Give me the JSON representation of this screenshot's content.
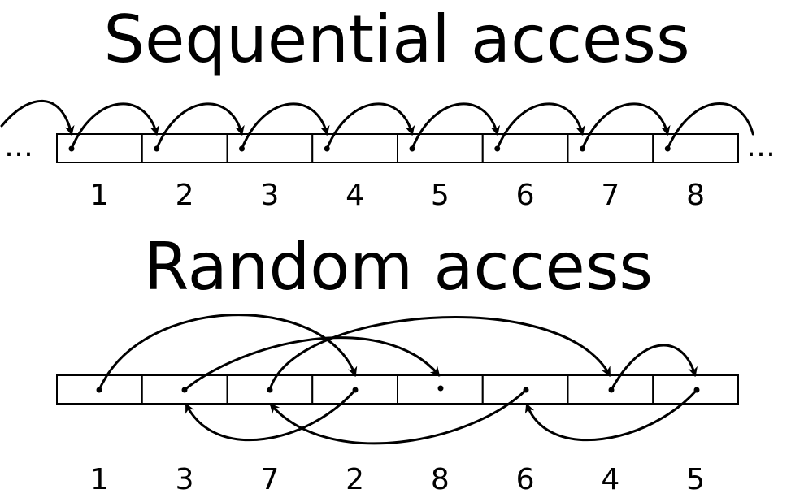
{
  "sequential": {
    "title": "Sequential access",
    "ellipsis_left": "…",
    "ellipsis_right": "…",
    "labels": [
      "1",
      "2",
      "3",
      "4",
      "5",
      "6",
      "7",
      "8"
    ]
  },
  "random": {
    "title": "Random access",
    "labels": [
      "1",
      "3",
      "7",
      "2",
      "8",
      "6",
      "4",
      "5"
    ]
  },
  "colors": {
    "ink": "#000000",
    "background": "#ffffff"
  }
}
